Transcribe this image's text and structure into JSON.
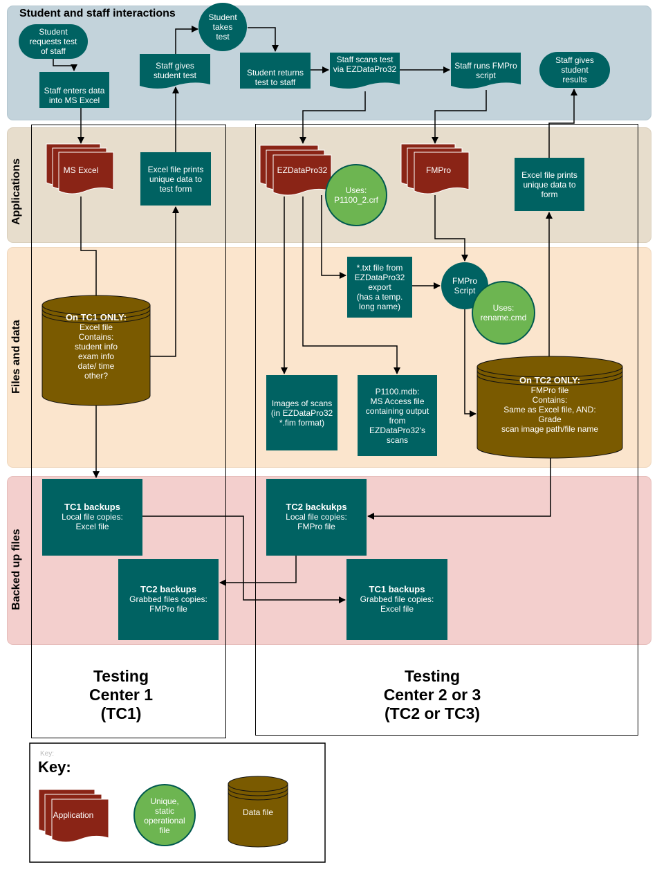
{
  "lanes": {
    "student_staff": "Student and staff interactions",
    "applications": "Applications",
    "files_data": "Files and data",
    "backed_up": "Backed up files"
  },
  "centers": {
    "tc1": [
      "Testing",
      "Center 1",
      "(TC1)"
    ],
    "tc2": [
      "Testing",
      "Center 2 or 3",
      "(TC2 or TC3)"
    ]
  },
  "nodes": {
    "student_requests": [
      "Student",
      "requests test",
      "of staff"
    ],
    "staff_enters": [
      "Staff enters data",
      "into MS Excel"
    ],
    "staff_gives_test": [
      "Staff gives",
      "student test"
    ],
    "student_takes": [
      "Student",
      "takes",
      "test"
    ],
    "student_returns": [
      "Student returns",
      "test to staff"
    ],
    "staff_scans": [
      "Staff scans test",
      "via EZDataPro32"
    ],
    "staff_runs": [
      "Staff runs FMPro",
      "script"
    ],
    "staff_gives_results": [
      "Staff gives",
      "student",
      "results"
    ],
    "ms_excel": "MS Excel",
    "excel_prints_tc1": [
      "Excel file prints",
      "unique data to",
      "test form"
    ],
    "ezdatapro": "EZDataPro32",
    "uses_p1100": [
      "Uses:",
      "P1100_2.crf"
    ],
    "fmpro": "FMPro",
    "excel_prints_tc2": [
      "Excel file prints",
      "unique data to",
      "form"
    ],
    "tc1_data": {
      "title": "On TC1 ONLY:",
      "lines": [
        "Excel file",
        "Contains:",
        "student info",
        "exam info",
        "date/ time",
        "other?"
      ]
    },
    "txt_file": [
      "*.txt file from",
      "EZDataPro32",
      "export",
      "(has a temp.",
      "long name)"
    ],
    "fmpro_script": [
      "FMPro",
      "Script"
    ],
    "uses_rename": [
      "Uses:",
      "rename.cmd"
    ],
    "images_scans": [
      "Images of scans",
      "(in EZDataPro32",
      "*.fim format)"
    ],
    "p1100_mdb": [
      "P1100.mdb:",
      "MS Access file",
      "containing output",
      "from",
      "EZDataPro32's",
      "scans"
    ],
    "tc2_data": {
      "title": "On TC2 ONLY:",
      "lines": [
        "FMPro file",
        "Contains:",
        "Same as Excel file, AND:",
        "Grade",
        "scan image path/file name"
      ]
    },
    "tc1_backups_local": {
      "title": "TC1 backups",
      "lines": [
        "Local file copies:",
        "Excel file"
      ]
    },
    "tc2_backups_local": {
      "title": "TC2 backukps",
      "lines": [
        "Local file copies:",
        "FMPro file"
      ]
    },
    "tc2_backups_grabbed": {
      "title": "TC2 backups",
      "lines": [
        "Grabbed files copies:",
        "FMPro file"
      ]
    },
    "tc1_backups_grabbed": {
      "title": "TC1 backups",
      "lines": [
        "Grabbed file copies:",
        "Excel file"
      ]
    }
  },
  "key": {
    "small_label": "Key:",
    "title": "Key:",
    "application": "Application",
    "unique_file": [
      "Unique,",
      "static",
      "operational",
      "file"
    ],
    "data_file": "Data file"
  },
  "colors": {
    "teal": "#006262",
    "red": "#8a2416",
    "olive": "#7a5a00",
    "green": "#6db551",
    "lane_blue": "#c3d3db",
    "lane_tan": "#e7ddcc",
    "lane_peach": "#fbe5cd",
    "lane_pink": "#f3cfcd"
  }
}
